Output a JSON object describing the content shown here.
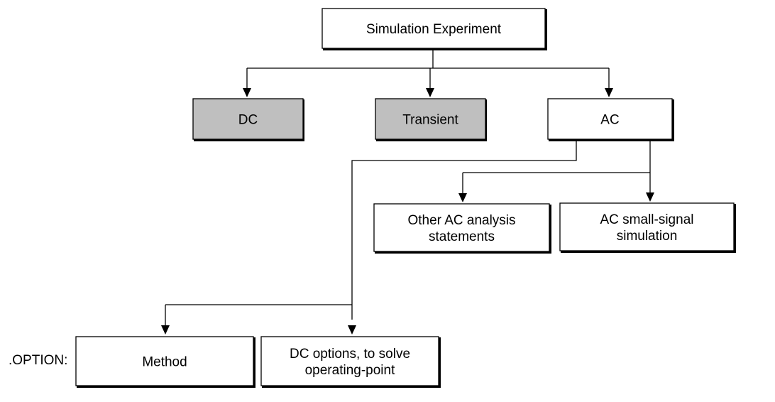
{
  "nodes": {
    "root": {
      "lines": [
        "Simulation Experiment"
      ],
      "fill": "#ffffff"
    },
    "dc": {
      "lines": [
        "DC"
      ],
      "fill": "#bfbfbf"
    },
    "transient": {
      "lines": [
        "Transient"
      ],
      "fill": "#bfbfbf"
    },
    "ac": {
      "lines": [
        "AC"
      ],
      "fill": "#ffffff"
    },
    "other_ac": {
      "lines": [
        "Other AC analysis",
        "statements"
      ],
      "fill": "#ffffff"
    },
    "ac_small_signal": {
      "lines": [
        "AC small-signal",
        "simulation"
      ],
      "fill": "#ffffff"
    },
    "method": {
      "lines": [
        "Method"
      ],
      "fill": "#ffffff"
    },
    "dc_options": {
      "lines": [
        "DC options, to solve",
        "operating-point"
      ],
      "fill": "#ffffff"
    }
  },
  "edges": [
    {
      "from": "root",
      "to": "dc"
    },
    {
      "from": "root",
      "to": "transient"
    },
    {
      "from": "root",
      "to": "ac"
    },
    {
      "from": "ac",
      "to": "other_ac"
    },
    {
      "from": "ac",
      "to": "ac_small_signal"
    },
    {
      "from": "ac",
      "to": "method"
    },
    {
      "from": "ac",
      "to": "dc_options"
    }
  ],
  "side_label": ".OPTION:",
  "colors": {
    "line": "#000000",
    "shaded_box": "#bfbfbf",
    "plain_box": "#ffffff"
  }
}
